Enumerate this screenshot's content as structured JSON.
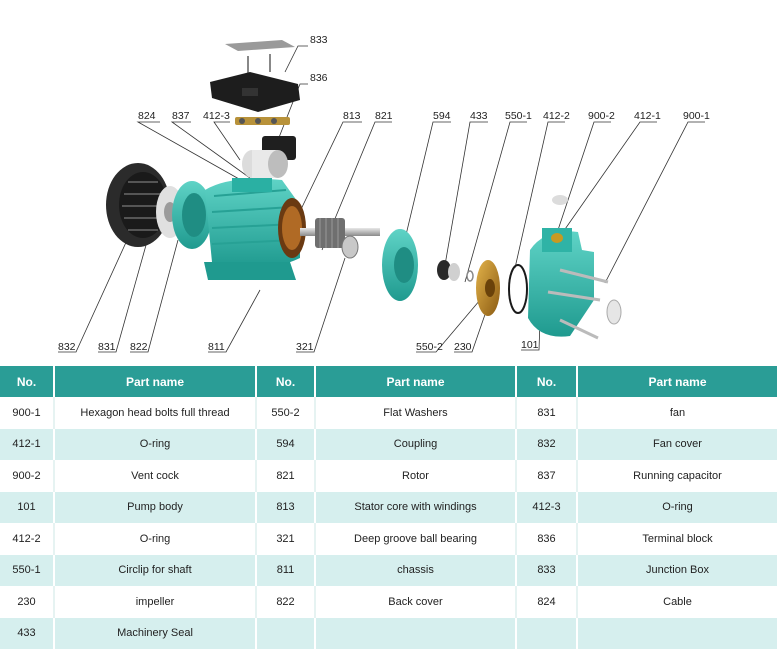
{
  "diagram": {
    "labels": {
      "l833": "833",
      "l836": "836",
      "l824": "824",
      "l837": "837",
      "l4123": "412-3",
      "l813": "813",
      "l821": "821",
      "l594": "594",
      "l433": "433",
      "l5501": "550-1",
      "l4122": "412-2",
      "l9002": "900-2",
      "l4121": "412-1",
      "l9001": "900-1",
      "l832": "832",
      "l831": "831",
      "l822": "822",
      "l811": "811",
      "l321": "321",
      "l5502": "550-2",
      "l230": "230",
      "l101": "101"
    }
  },
  "table": {
    "headers": [
      "No.",
      "Part name",
      "No.",
      "Part name",
      "No.",
      "Part name"
    ],
    "rows": [
      [
        "900-1",
        "Hexagon head bolts full thread",
        "550-2",
        "Flat Washers",
        "831",
        "fan"
      ],
      [
        "412-1",
        "O-ring",
        "594",
        "Coupling",
        "832",
        "Fan cover"
      ],
      [
        "900-2",
        "Vent cock",
        "821",
        "Rotor",
        "837",
        "Running capacitor"
      ],
      [
        "101",
        "Pump body",
        "813",
        "Stator core with windings",
        "412-3",
        "O-ring"
      ],
      [
        "412-2",
        "O-ring",
        "321",
        "Deep groove ball bearing",
        "836",
        "Terminal block"
      ],
      [
        "550-1",
        "Circlip for shaft",
        "811",
        "chassis",
        "833",
        "Junction Box"
      ],
      [
        "230",
        "impeller",
        "822",
        "Back cover",
        "824",
        "Cable"
      ],
      [
        "433",
        "Machinery Seal",
        "",
        "",
        "",
        ""
      ]
    ]
  },
  "colors": {
    "header_bg": "#2a9d96",
    "alt_row_bg": "#d6efee",
    "pump_teal": "#3bbfb2"
  }
}
